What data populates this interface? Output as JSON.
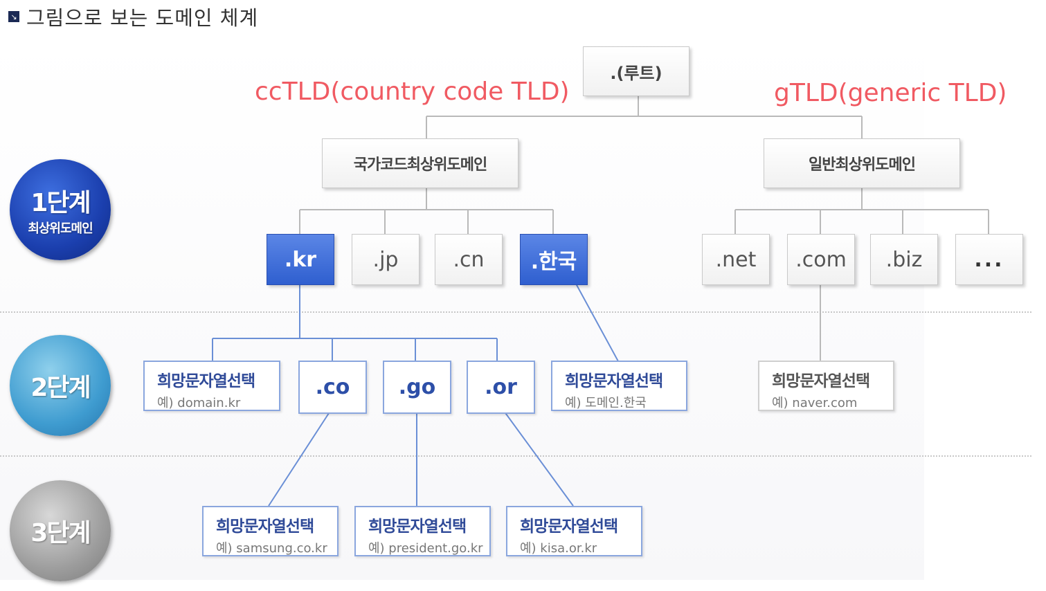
{
  "title": {
    "icon": "arrow-box-icon",
    "text": "그림으로 보는 도메인 체계"
  },
  "labels": {
    "cctld": "ccTLD(country code TLD)",
    "gtld": "gTLD(generic TLD)"
  },
  "colors": {
    "label_red": "#f05a62",
    "stage1": "#1b3fae",
    "stage2": "#3f9cd0",
    "stage3": "#9d9d9d",
    "highlight_blue": "#2f5fcf"
  },
  "root": ".(루트)",
  "categories": {
    "country": "국가코드최상위도메인",
    "generic": "일반최상위도메인"
  },
  "stages": {
    "s1": {
      "main": "1단계",
      "sub": "최상위도메인"
    },
    "s2": {
      "main": "2단계"
    },
    "s3": {
      "main": "3단계"
    }
  },
  "tlds": {
    "kr": ".kr",
    "jp": ".jp",
    "cn": ".cn",
    "hanguk": ".한국",
    "net": ".net",
    "com": ".com",
    "biz": ".biz",
    "more": "..."
  },
  "second_level": {
    "pick_kr": {
      "main": "희망문자열선택",
      "ex": "예) domain.kr"
    },
    "co": ".co",
    "go": ".go",
    "or": ".or",
    "pick_hanguk": {
      "main": "희망문자열선택",
      "ex": "예) 도메인.한국"
    },
    "pick_com": {
      "main": "희망문자열선택",
      "ex": "예) naver.com"
    }
  },
  "third_level": {
    "pick_co": {
      "main": "희망문자열선택",
      "ex": "예) samsung.co.kr"
    },
    "pick_go": {
      "main": "희망문자열선택",
      "ex": "예) president.go.kr"
    },
    "pick_or": {
      "main": "희망문자열선택",
      "ex": "예) kisa.or.kr"
    }
  }
}
